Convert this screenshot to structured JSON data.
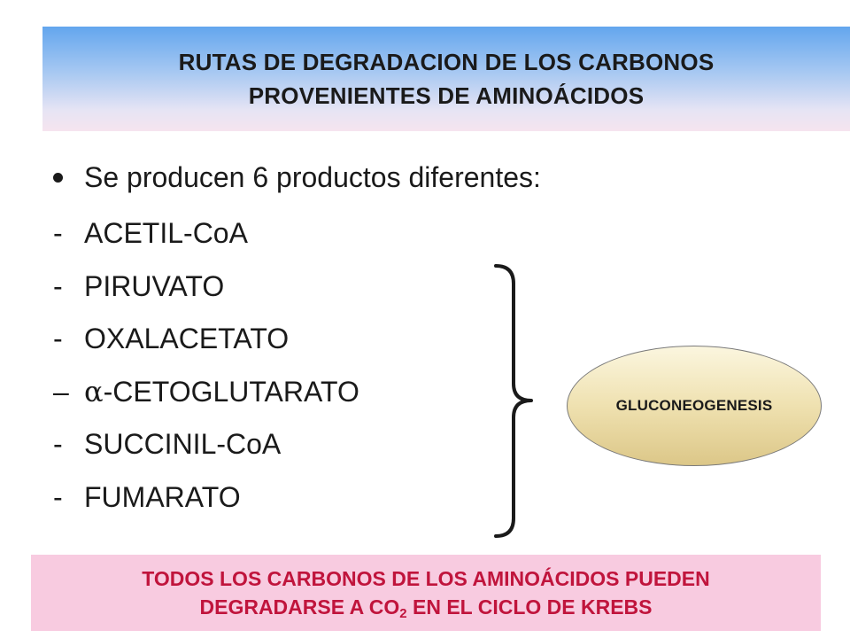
{
  "title": {
    "line1": "RUTAS DE DEGRADACION DE LOS CARBONOS",
    "line2": "PROVENIENTES DE AMINOÁCIDOS"
  },
  "bullet": {
    "text": "Se producen 6 productos diferentes:"
  },
  "products": [
    {
      "marker": "-",
      "text": "ACETIL-CoA"
    },
    {
      "marker": "-",
      "text": "PIRUVATO"
    },
    {
      "marker": "-",
      "text": "OXALACETATO"
    },
    {
      "marker": "–",
      "greek": "α",
      "text": "-CETOGLUTARATO"
    },
    {
      "marker": "-",
      "text": "SUCCINIL-CoA"
    },
    {
      "marker": "-",
      "text": "FUMARATO"
    }
  ],
  "ellipse": {
    "label": "GLUCONEOGENESIS"
  },
  "footer": {
    "line1": "TODOS LOS CARBONOS DE LOS AMINOÁCIDOS PUEDEN",
    "line2_pre": "DEGRADARSE A CO",
    "line2_sub": "2",
    "line2_post": " EN EL CICLO DE KREBS"
  },
  "colors": {
    "title_gradient_top": "#63a6ee",
    "title_gradient_bottom": "#f6e4ef",
    "footer_bg": "#f8cbe0",
    "footer_text": "#c0143c",
    "ellipse_fill": "#efe1b0"
  }
}
